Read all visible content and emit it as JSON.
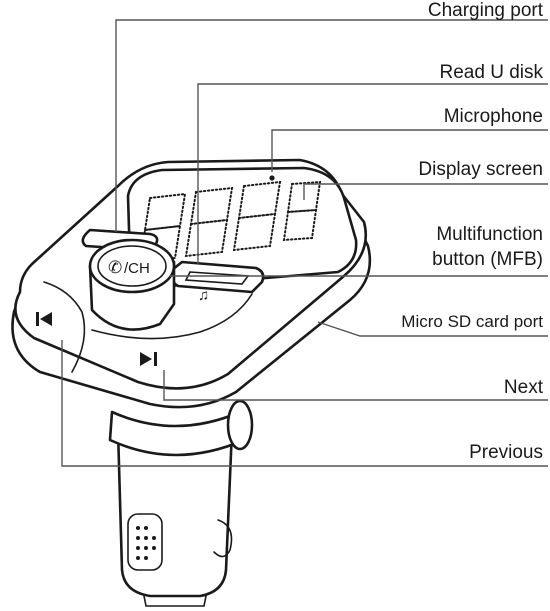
{
  "labels": {
    "charging_port": "Charging port",
    "read_u_disk": "Read U disk",
    "microphone": "Microphone",
    "display_screen": "Display screen",
    "mfb_line1": "Multifunction",
    "mfb_line2": "button (MFB)",
    "micro_sd": "Micro SD card port",
    "next": "Next",
    "previous": "Previous"
  },
  "device": {
    "knob_text": "/CH",
    "icons": [
      "previous-icon",
      "next-icon",
      "music-note-icon",
      "phone-icon"
    ]
  },
  "colors": {
    "ink": "#1a1a1a",
    "leader": "#555555",
    "background": "#ffffff"
  }
}
